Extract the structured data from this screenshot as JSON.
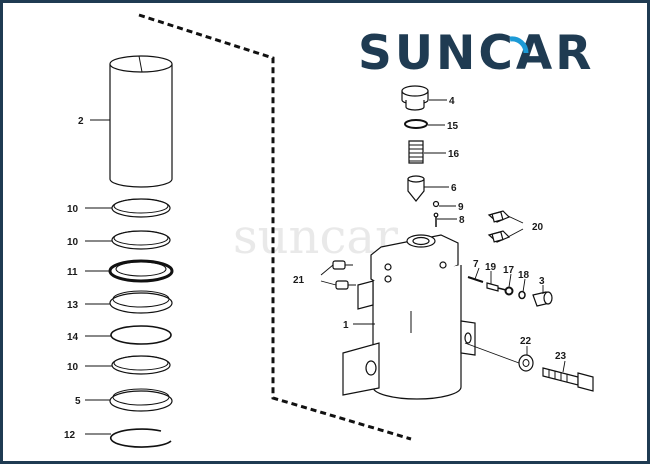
{
  "logo": {
    "text": "SUNCAR",
    "color": "#1f3b52",
    "accent": "#1c9ad6"
  },
  "watermark": {
    "text": "suncar"
  },
  "callouts": {
    "c1": "1",
    "c2": "2",
    "c3": "3",
    "c4": "4",
    "c5": "5",
    "c6": "6",
    "c7": "7",
    "c8": "8",
    "c9": "9",
    "c10a": "10",
    "c10b": "10",
    "c10c": "10",
    "c11": "11",
    "c12": "12",
    "c13": "13",
    "c14": "14",
    "c15": "15",
    "c16": "16",
    "c17": "17",
    "c18": "18",
    "c19": "19",
    "c20": "20",
    "c21": "21",
    "c22": "22",
    "c23": "23"
  }
}
